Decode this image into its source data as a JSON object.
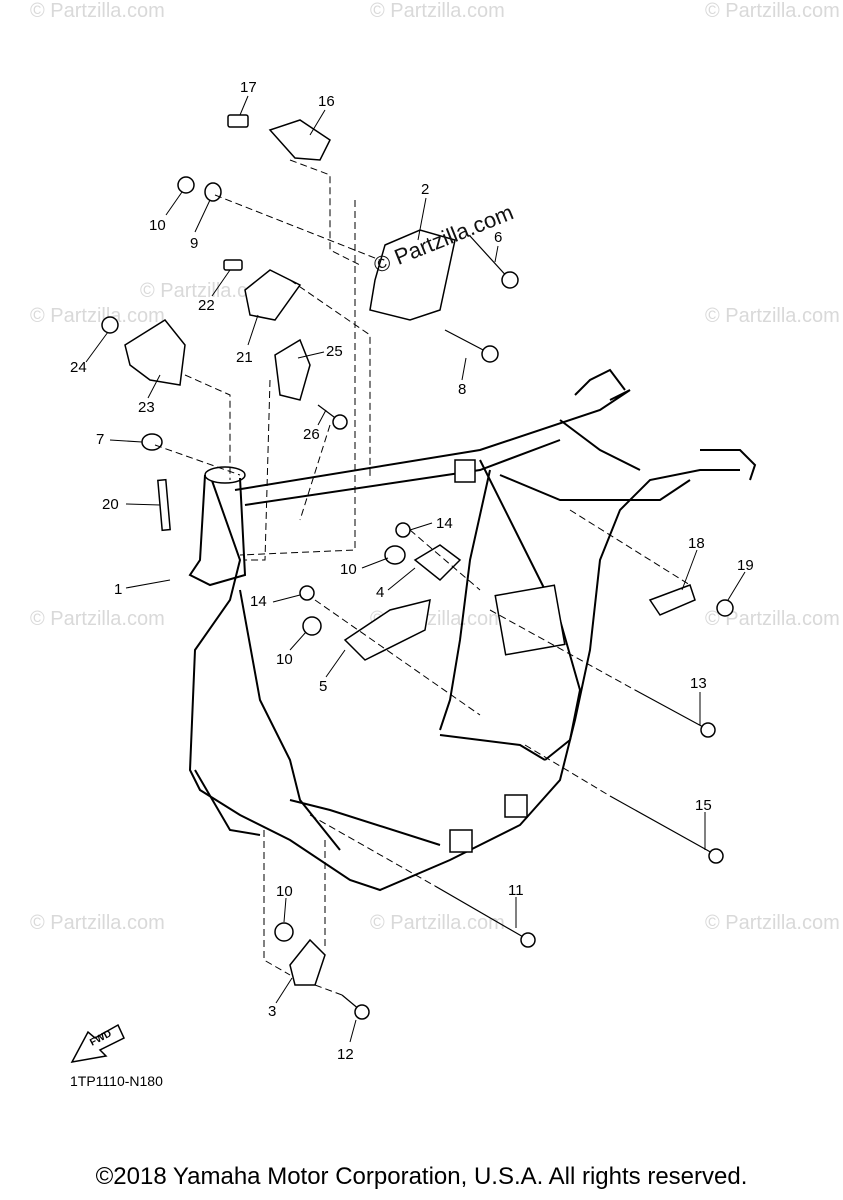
{
  "watermarks": [
    "© Partzilla.com",
    "© Partzilla.com",
    "© Partzilla.com",
    "© Partzilla.com",
    "© Partzilla.com",
    "© Partzilla.com",
    "© Partzilla.com",
    "© Partzilla.com",
    "© Partzilla.com",
    "© Partzilla.com",
    "© Partzilla.com",
    "© Partzilla.com"
  ],
  "center_watermark": "© Partzilla.com",
  "callouts": [
    "17",
    "16",
    "2",
    "10",
    "9",
    "6",
    "22",
    "21",
    "24",
    "25",
    "8",
    "23",
    "26",
    "7",
    "20",
    "14",
    "10",
    "4",
    "1",
    "18",
    "19",
    "14",
    "10",
    "5",
    "13",
    "15",
    "11",
    "10",
    "3",
    "12"
  ],
  "fwd_label": "FWD",
  "diagram_code": "1TP1110-N180",
  "copyright": "©2018 Yamaha Motor Corporation, U.S.A. All rights reserved."
}
